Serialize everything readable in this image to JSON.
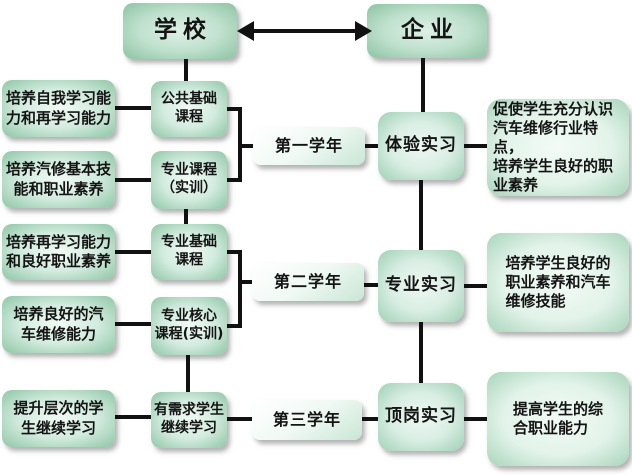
{
  "diagram": {
    "description": "School-enterprise cooperation auto-repair training flow diagram",
    "colors": {
      "node_green_edge": "#8fc5a6",
      "node_green_center": "#f0faf4",
      "node_strong_edge": "#8cc3a3",
      "year_node_light": "#ffffff",
      "line": "#111111",
      "background": "#ffffff",
      "text": "#141414"
    },
    "nodes": {
      "school": "学校",
      "enterprise": "企业",
      "left_outcomes": [
        "培养自我学习能\n力和再学习能力",
        "培养汽修基本技\n能和职业素养",
        "培养再学习能力\n和良好职业素养",
        "培养良好的汽\n车维修能力",
        "提升层次的学\n生继续学习"
      ],
      "courses": [
        "公共基础\n课程",
        "专业课程\n（实训）",
        "专业基础\n课程",
        "专业核心\n课程(实训)",
        "有需求学生\n继续学习"
      ],
      "years": [
        "第一学年",
        "第二学年",
        "第三学年"
      ],
      "internships": [
        "体验实习",
        "专业实习",
        "顶岗实习"
      ],
      "right_outcomes": [
        "促使学生充分认识\n汽车维修行业特点，\n培养学生良好的职\n业素养",
        "培养学生良好的\n职业素养和汽车\n维修技能",
        "提高学生的综\n合职业能力"
      ]
    }
  }
}
